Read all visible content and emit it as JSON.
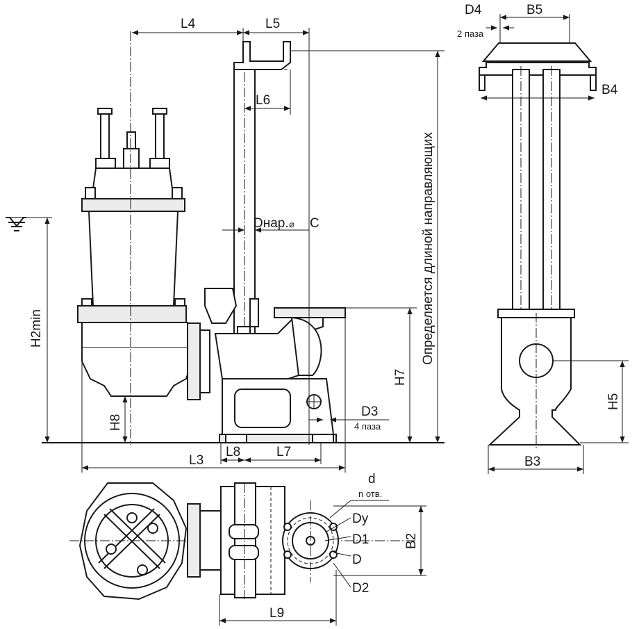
{
  "labels": {
    "L4": "L4",
    "L5": "L5",
    "L6": "L6",
    "L3": "L3",
    "L7": "L7",
    "L8": "L8",
    "L9": "L9",
    "D4": "D4",
    "D4_note": "2 паза",
    "B5": "B5",
    "B4": "B4",
    "B3": "B3",
    "B2": "B2",
    "H2min": "H2min",
    "H7": "H7",
    "H8": "H8",
    "H5": "H5",
    "D3": "D3",
    "D3_note": "4 паза",
    "Dnar": "Dнар.",
    "Dnar_sym": "⌀",
    "C": "C",
    "guides_note": "Определяется длиной направляющих",
    "d": "d",
    "d_note": "n отв.",
    "Dy": "Dy",
    "D1": "D1",
    "D": "D",
    "D2": "D2"
  },
  "icons": {
    "water_level": "water-level-icon"
  }
}
